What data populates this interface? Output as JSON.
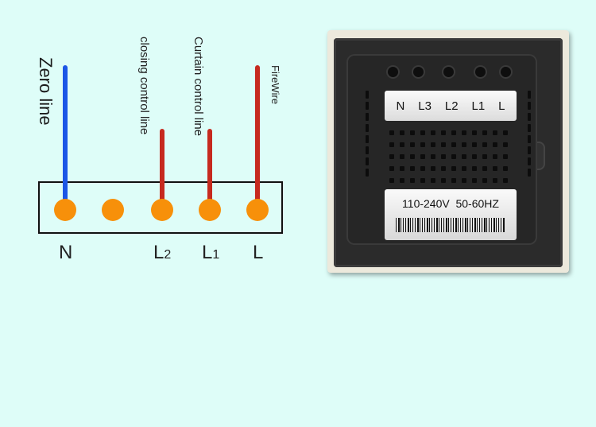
{
  "diagram": {
    "wire_labels": {
      "zero_line": "Zero line",
      "closing": "closing control line",
      "curtain": "Curtain control line",
      "firewire": "FireWire"
    },
    "terminals": {
      "n": "N",
      "l2_main": "L",
      "l2_sub": "2",
      "l1_main": "L",
      "l1_sub": "1",
      "l": "L"
    },
    "colors": {
      "zero_wire": "#1c56e6",
      "live_wire": "#c62a1f",
      "terminal": "#f7900a"
    }
  },
  "device": {
    "terminal_label": [
      "N",
      "L3",
      "L2",
      "L1",
      "L"
    ],
    "rating": "110-240V  50-60HZ"
  }
}
